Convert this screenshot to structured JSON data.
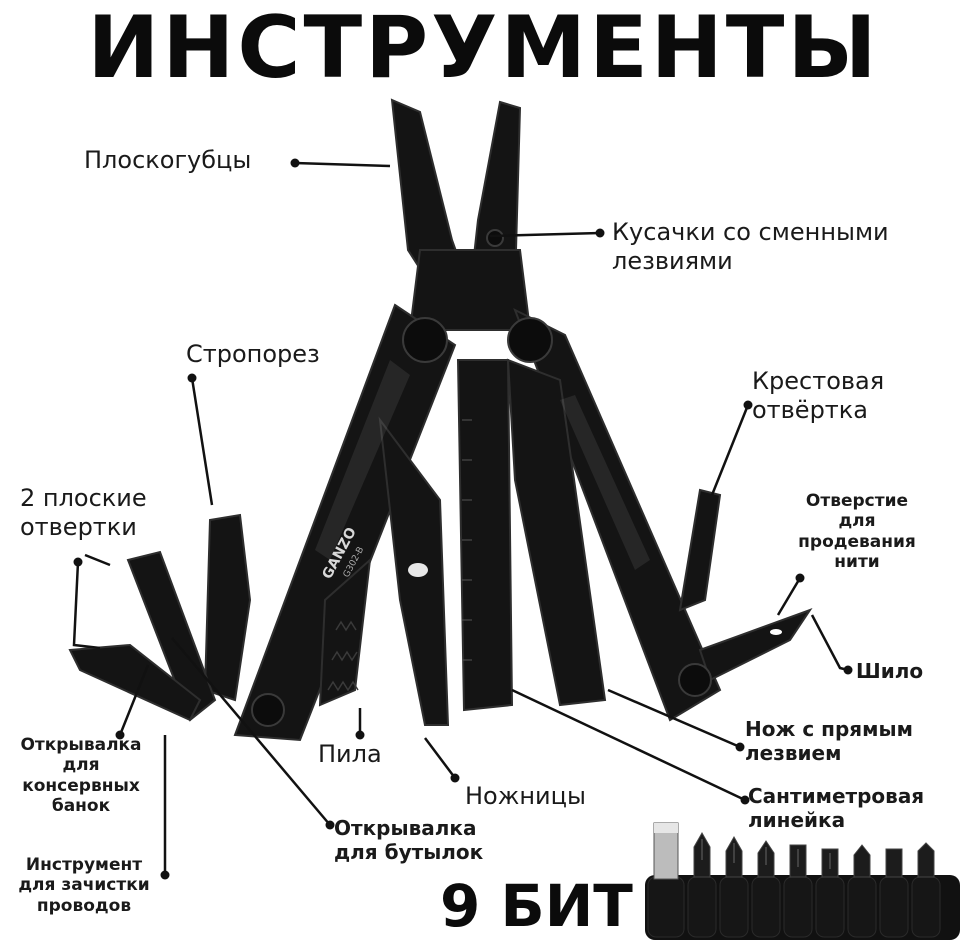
{
  "title": "ИНСТРУМЕНТЫ",
  "brand": "GANZO",
  "model": "G302-B",
  "colors": {
    "tool": "#141414",
    "tool_edge": "#2e2e2e",
    "line": "#111111",
    "text": "#1a1a1a"
  },
  "labels": {
    "pliers": "Плоскогубцы",
    "cutters_1": "Кусачки со сменными",
    "cutters_2": "лезвиями",
    "strap_cutter": "Стропорез",
    "phillips_1": "Крестовая",
    "phillips_2": "отвёртка",
    "flat_1": "2 плоские",
    "flat_2": "отвертки",
    "thread_1": "Отверстие",
    "thread_2": "для",
    "thread_3": "продевания",
    "thread_4": "нити",
    "awl": "Шило",
    "can_1": "Открывалка",
    "can_2": "для",
    "can_3": "консервных",
    "can_4": "банок",
    "knife_1": "Нож с прямым",
    "knife_2": "лезвием",
    "saw": "Пила",
    "scissors": "Ножницы",
    "ruler_1": "Сантиметровая",
    "ruler_2": "линейка",
    "bottle_1": "Открывалка",
    "bottle_2": "для бутылок",
    "stripper_1": "Инструмент",
    "stripper_2": "для зачистки",
    "stripper_3": "проводов"
  },
  "bits_label": "9 БИТ"
}
